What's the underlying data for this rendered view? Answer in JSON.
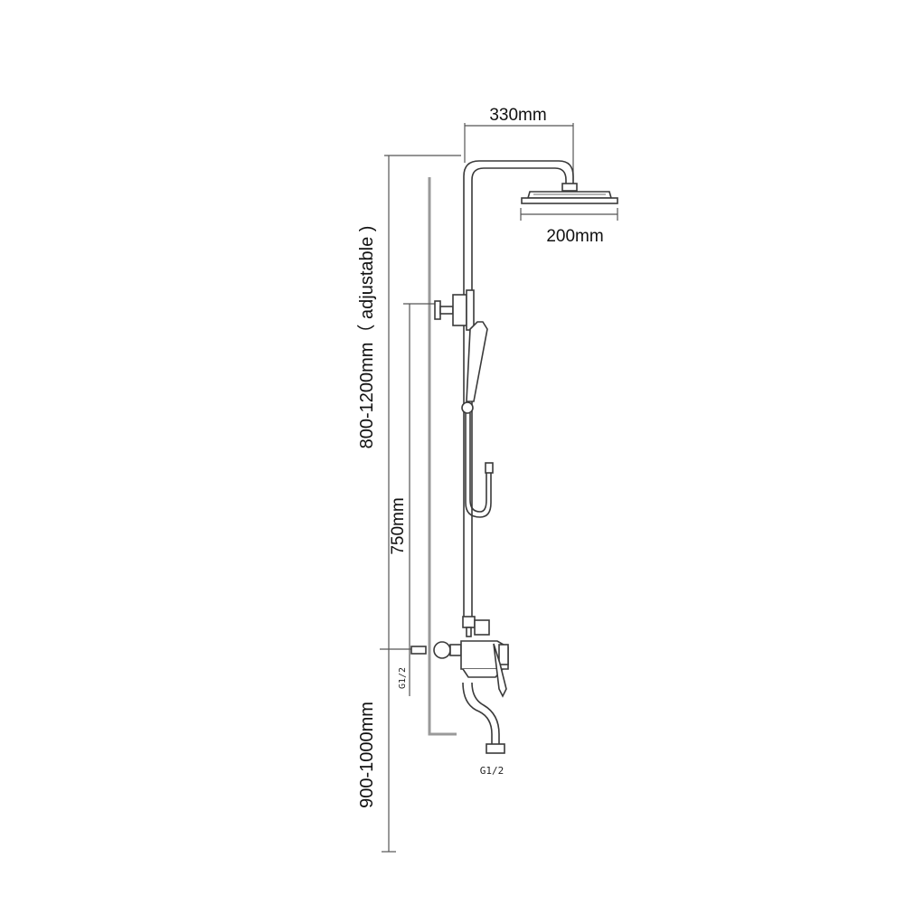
{
  "dimensions": {
    "head_arm_width": "330mm",
    "head_diameter": "200mm",
    "overall_height": "800-1200mm（ adjustable )",
    "riser_spacing": "750mm",
    "mixer_height": "900-1000mm",
    "wall_inlet_thread": "G1/2",
    "spout_outlet_thread": "G1/2"
  },
  "colors": {
    "line": "#3a3a3a",
    "wall": "#9a9a9a",
    "text": "#111111"
  }
}
